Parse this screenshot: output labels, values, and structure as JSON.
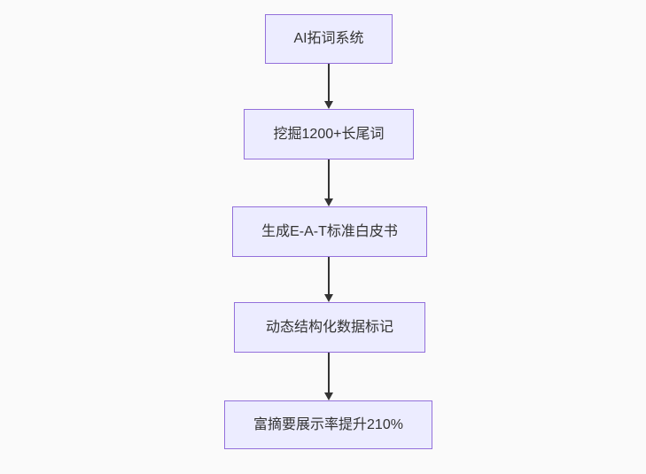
{
  "flowchart": {
    "type": "vertical-flowchart",
    "direction": "top-down",
    "nodes": [
      {
        "id": "A",
        "label": "AI拓词系统"
      },
      {
        "id": "B",
        "label": "挖掘1200+长尾词"
      },
      {
        "id": "C",
        "label": "生成E-A-T标准白皮书"
      },
      {
        "id": "D",
        "label": "动态结构化数据标记"
      },
      {
        "id": "E",
        "label": "富摘要展示率提升210%"
      }
    ],
    "edges": [
      {
        "from": "A",
        "to": "B"
      },
      {
        "from": "B",
        "to": "C"
      },
      {
        "from": "C",
        "to": "D"
      },
      {
        "from": "D",
        "to": "E"
      }
    ],
    "colors": {
      "background": "#fafafa",
      "node_fill": "#ececff",
      "node_border": "#9370db",
      "arrow": "#333333",
      "text": "#333333"
    }
  }
}
